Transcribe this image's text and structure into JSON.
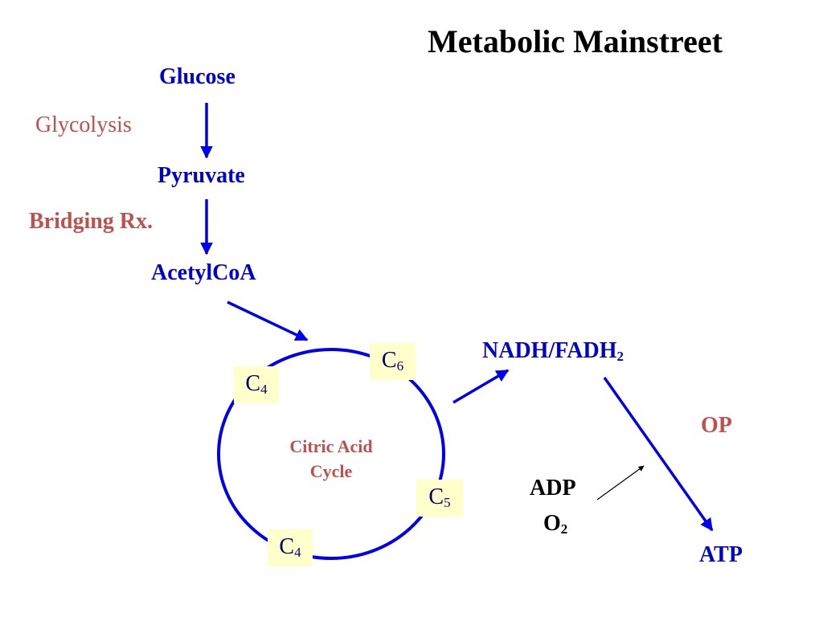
{
  "title": "Metabolic Mainstreet",
  "metabolites": {
    "glucose": "Glucose",
    "pyruvate": "Pyruvate",
    "acetylcoa": "AcetylCoA",
    "nadh_base": "NADH/FADH",
    "nadh_sub": "2",
    "atp": "ATP"
  },
  "processes": {
    "glycolysis": "Glycolysis",
    "bridging": "Bridging Rx.",
    "op": "OP"
  },
  "cycle": {
    "label_line1": "Citric Acid",
    "label_line2": "Cycle",
    "nodes": [
      {
        "base": "C",
        "sub": "4"
      },
      {
        "base": "C",
        "sub": "6"
      },
      {
        "base": "C",
        "sub": "5"
      },
      {
        "base": "C",
        "sub": "4"
      }
    ]
  },
  "inputs": {
    "adp": "ADP",
    "o2_base": "O",
    "o2_sub": "2"
  },
  "colors": {
    "metabolite": "#0000cc",
    "process": "#c0504d",
    "arrow": "#0000ee",
    "node_fill": "#ffffcc",
    "node_text": "#000066"
  }
}
